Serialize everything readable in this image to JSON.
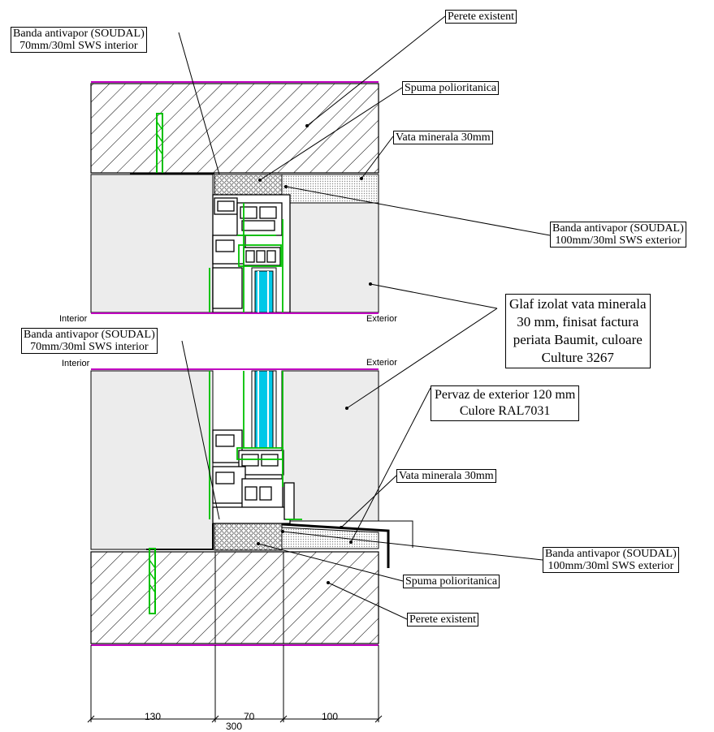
{
  "labels": {
    "perete_existent_top": "Perete existent",
    "banda_interior_top": [
      "Banda antivapor (SOUDAL)",
      "70mm/30ml SWS interior"
    ],
    "spuma_top": "Spuma polioritanica",
    "vata_top": "Vata minerala 30mm",
    "banda_exterior_top": [
      "Banda antivapor (SOUDAL)",
      "100mm/30ml SWS exterior"
    ],
    "glaf": [
      "Glaf izolat vata minerala",
      "30 mm, finisat factura",
      "periata Baumit, culoare",
      "Culture 3267"
    ],
    "banda_interior_bottom": [
      "Banda antivapor (SOUDAL)",
      "70mm/30ml SWS interior"
    ],
    "pervaz": [
      "Pervaz de exterior 120 mm",
      "Culore RAL7031"
    ],
    "vata_bottom": "Vata minerala 30mm",
    "banda_exterior_bottom": [
      "Banda antivapor (SOUDAL)",
      "100mm/30ml SWS exterior"
    ],
    "spuma_bottom": "Spuma polioritanica",
    "perete_existent_bottom": "Perete existent"
  },
  "sides": {
    "interior_top": "Interior",
    "exterior_top": "Exterior",
    "interior_bottom": "Interior",
    "exterior_bottom": "Exterior"
  },
  "dimensions": {
    "d1": "130",
    "d2": "70",
    "d3": "100",
    "total": "300"
  },
  "colors": {
    "line": "#000000",
    "magenta": "#c000c0",
    "green": "#00c000",
    "cyan": "#00c8e8",
    "panel_fill": "#ececec",
    "foam_fill": "#d8d8d8"
  }
}
